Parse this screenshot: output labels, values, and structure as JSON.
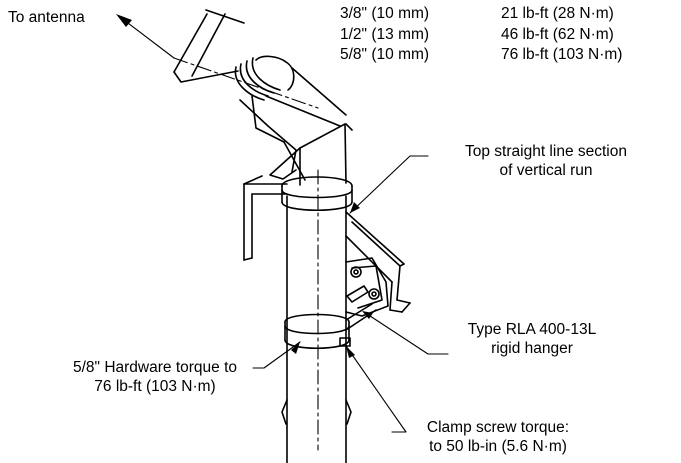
{
  "labels": {
    "to_antenna": "To antenna",
    "top_section": [
      "Top straight line section",
      "of vertical run"
    ],
    "hanger": [
      "Type RLA 400-13L",
      "rigid hanger"
    ],
    "hardware_torque": [
      "5/8\" Hardware torque to",
      "76 lb-ft (103 N·m)"
    ],
    "clamp_torque": [
      "Clamp screw  torque:",
      "to 50 lb-in (5.6 N·m)"
    ]
  },
  "torque_table": [
    {
      "size": "3/8\" (10 mm)",
      "torque": "21 lb-ft (28 N·m)"
    },
    {
      "size": "1/2\" (13 mm)",
      "torque": "46 lb-ft (62 N·m)"
    },
    {
      "size": "5/8\" (10 mm)",
      "torque": "76 lb-ft (103 N·m)"
    }
  ]
}
